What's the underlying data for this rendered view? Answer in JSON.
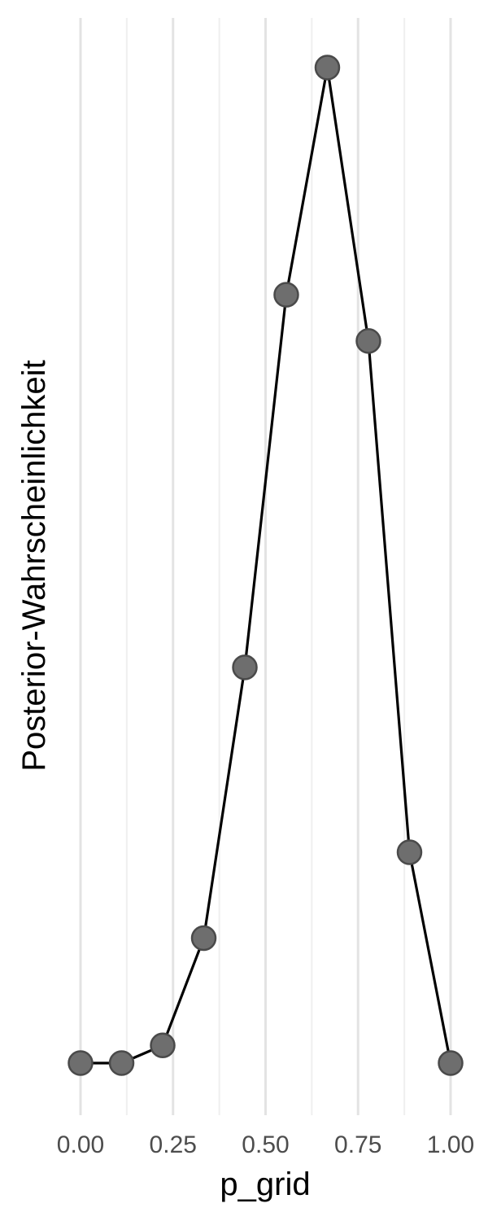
{
  "chart_data": {
    "type": "line",
    "title": "",
    "xlabel": "p_grid",
    "ylabel": "Posterior-Wahrscheinlichkeit",
    "xlim": [
      0,
      1
    ],
    "ylim": [
      0,
      1
    ],
    "x_ticks": [
      "0.00",
      "0.25",
      "0.50",
      "0.75",
      "1.00"
    ],
    "x_tick_values": [
      0,
      0.25,
      0.5,
      0.75,
      1
    ],
    "y_ticks_shown": false,
    "grid": "vertical only",
    "legend": "none",
    "series": [
      {
        "markers": true,
        "x": [
          0.0,
          0.111,
          0.222,
          0.333,
          0.444,
          0.556,
          0.667,
          0.778,
          0.889,
          1.0
        ],
        "y": [
          0.0,
          0.0,
          0.0178,
          0.1255,
          0.3975,
          0.7718,
          1.0,
          0.7254,
          0.2118,
          0.0
        ]
      }
    ],
    "colors": {
      "line": "#000000",
      "point_fill": "#6e6e6e",
      "point_stroke": "#4a4a4a",
      "grid_major": "#e3e3e3",
      "grid_minor": "#efefef"
    }
  }
}
